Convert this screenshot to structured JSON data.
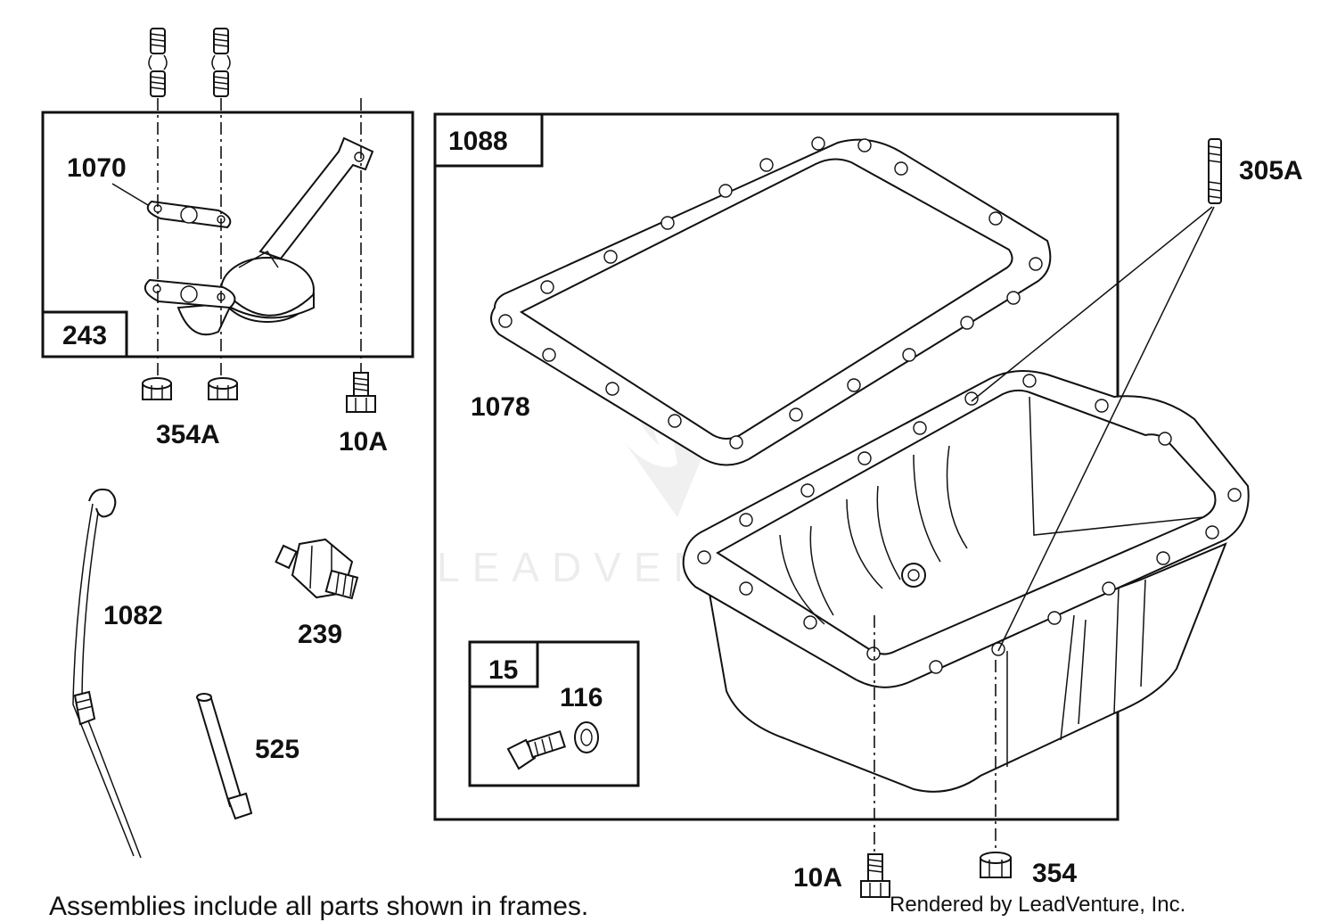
{
  "diagram": {
    "frame_labels": {
      "f243": "243",
      "f1088": "1088",
      "f15": "15"
    },
    "part_labels": {
      "p1070": "1070",
      "p354A": "354A",
      "p10A_top": "10A",
      "p1078": "1078",
      "p305A": "305A",
      "p1082": "1082",
      "p239": "239",
      "p525": "525",
      "p116": "116",
      "p10A_bottom": "10A",
      "p354": "354"
    },
    "footer_note": "Assemblies include all parts shown in frames.",
    "credit": "Rendered by LeadVenture, Inc.",
    "watermark": "LEADVENTURE"
  }
}
